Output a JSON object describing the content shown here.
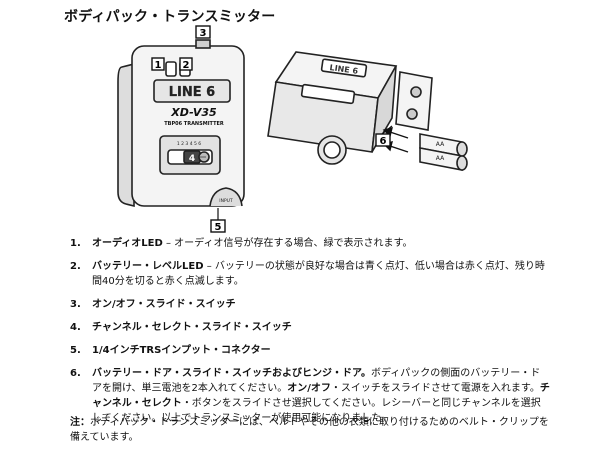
{
  "title": "ボディパック・トランスミッター",
  "figure": {
    "callouts": [
      "1",
      "2",
      "3",
      "4",
      "5",
      "6"
    ],
    "device": {
      "brand": "LINE 6",
      "model": "XD-V35",
      "subtitle": "TBP06 TRANSMITTER",
      "channel_numbers": "1 2 3 4 5 6",
      "channel_selected": "4",
      "input_label": "INPUT"
    },
    "battery_label": "AA"
  },
  "items": [
    {
      "num": "1.",
      "parts": [
        {
          "b": true,
          "t": "オーディオLED"
        },
        {
          "b": false,
          "t": " – オーディオ信号が存在する場合、緑で表示されます。"
        }
      ]
    },
    {
      "num": "2.",
      "parts": [
        {
          "b": true,
          "t": "バッテリー・レベルLED"
        },
        {
          "b": false,
          "t": " – バッテリーの状態が良好な場合は青く点灯、低い場合は赤く点灯、残り時間40分を切ると赤く点滅します。"
        }
      ]
    },
    {
      "num": "3.",
      "parts": [
        {
          "b": true,
          "t": "オン/オフ・スライド・スイッチ"
        }
      ]
    },
    {
      "num": "4.",
      "parts": [
        {
          "b": true,
          "t": "チャンネル・セレクト・スライド・スイッチ"
        }
      ]
    },
    {
      "num": "5.",
      "parts": [
        {
          "b": true,
          "t": "1/4インチTRSインプット・コネクター"
        }
      ]
    },
    {
      "num": "6.",
      "parts": [
        {
          "b": true,
          "t": "バッテリー・ドア・スライド・スイッチおよびヒンジ・ドア。"
        },
        {
          "b": false,
          "t": "ボディパックの側面のバッテリー・ドアを開け、単三電池を2本入れてください。"
        },
        {
          "b": true,
          "t": "オン/オフ"
        },
        {
          "b": false,
          "t": "・スイッチをスライドさせて電源を入れます。"
        },
        {
          "b": true,
          "t": "チャンネル・セレクト"
        },
        {
          "b": false,
          "t": "・ボタンをスライドさせ選択してください。レシーバーと同じチャンネルを選択してください。以上でトランスミッターが使用可能になりました。"
        }
      ]
    }
  ],
  "note": {
    "label": "注：",
    "text": "ボディパック・トランスミッターには、ベルトやその他の衣類に取り付けるためのベルト・クリップを備えています。"
  }
}
